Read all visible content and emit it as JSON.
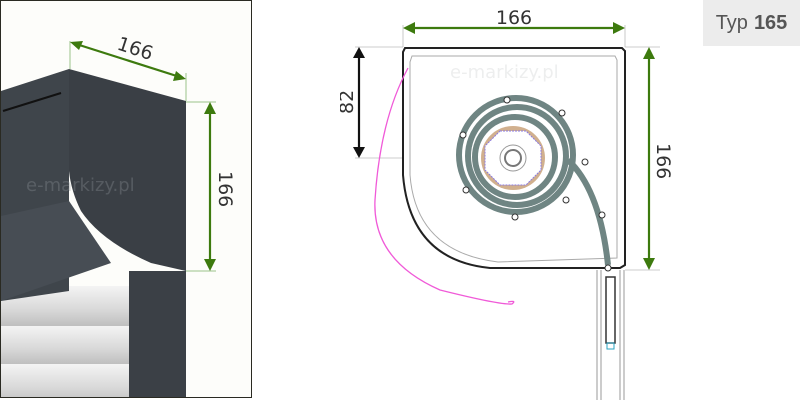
{
  "watermark": "e-markizy.pl",
  "left_view": {
    "width_label": "166",
    "height_label": "166"
  },
  "section_view": {
    "width_label": "166",
    "height_label": "166",
    "offset_label": "82"
  },
  "type_badge": {
    "prefix": "Typ",
    "value": "165"
  },
  "colors": {
    "dimension": "#3d7a0e",
    "housing": "#3a3f45",
    "cord": "#f05ad8",
    "slats": "#6f8583",
    "axle": "#c9a27a"
  }
}
